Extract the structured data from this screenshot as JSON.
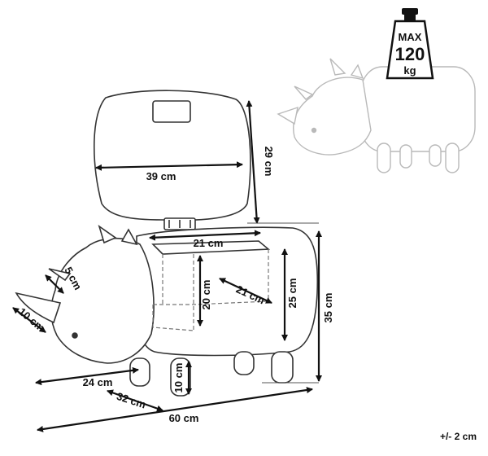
{
  "weight": {
    "line1": "MAX",
    "line2": "120",
    "line3": "kg"
  },
  "dimensions": {
    "lid_width": "39 cm",
    "lid_height": "29 cm",
    "box_width": "21 cm",
    "box_depth": "21 cm",
    "box_height": "20 cm",
    "inner_height": "25 cm",
    "total_height": "35 cm",
    "horn": "5 cm",
    "horn_length": "10 cm",
    "leg_height": "10 cm",
    "head_length": "24 cm",
    "body_depth": "32 cm",
    "total_length": "60 cm"
  },
  "tolerance": "+/- 2 cm"
}
